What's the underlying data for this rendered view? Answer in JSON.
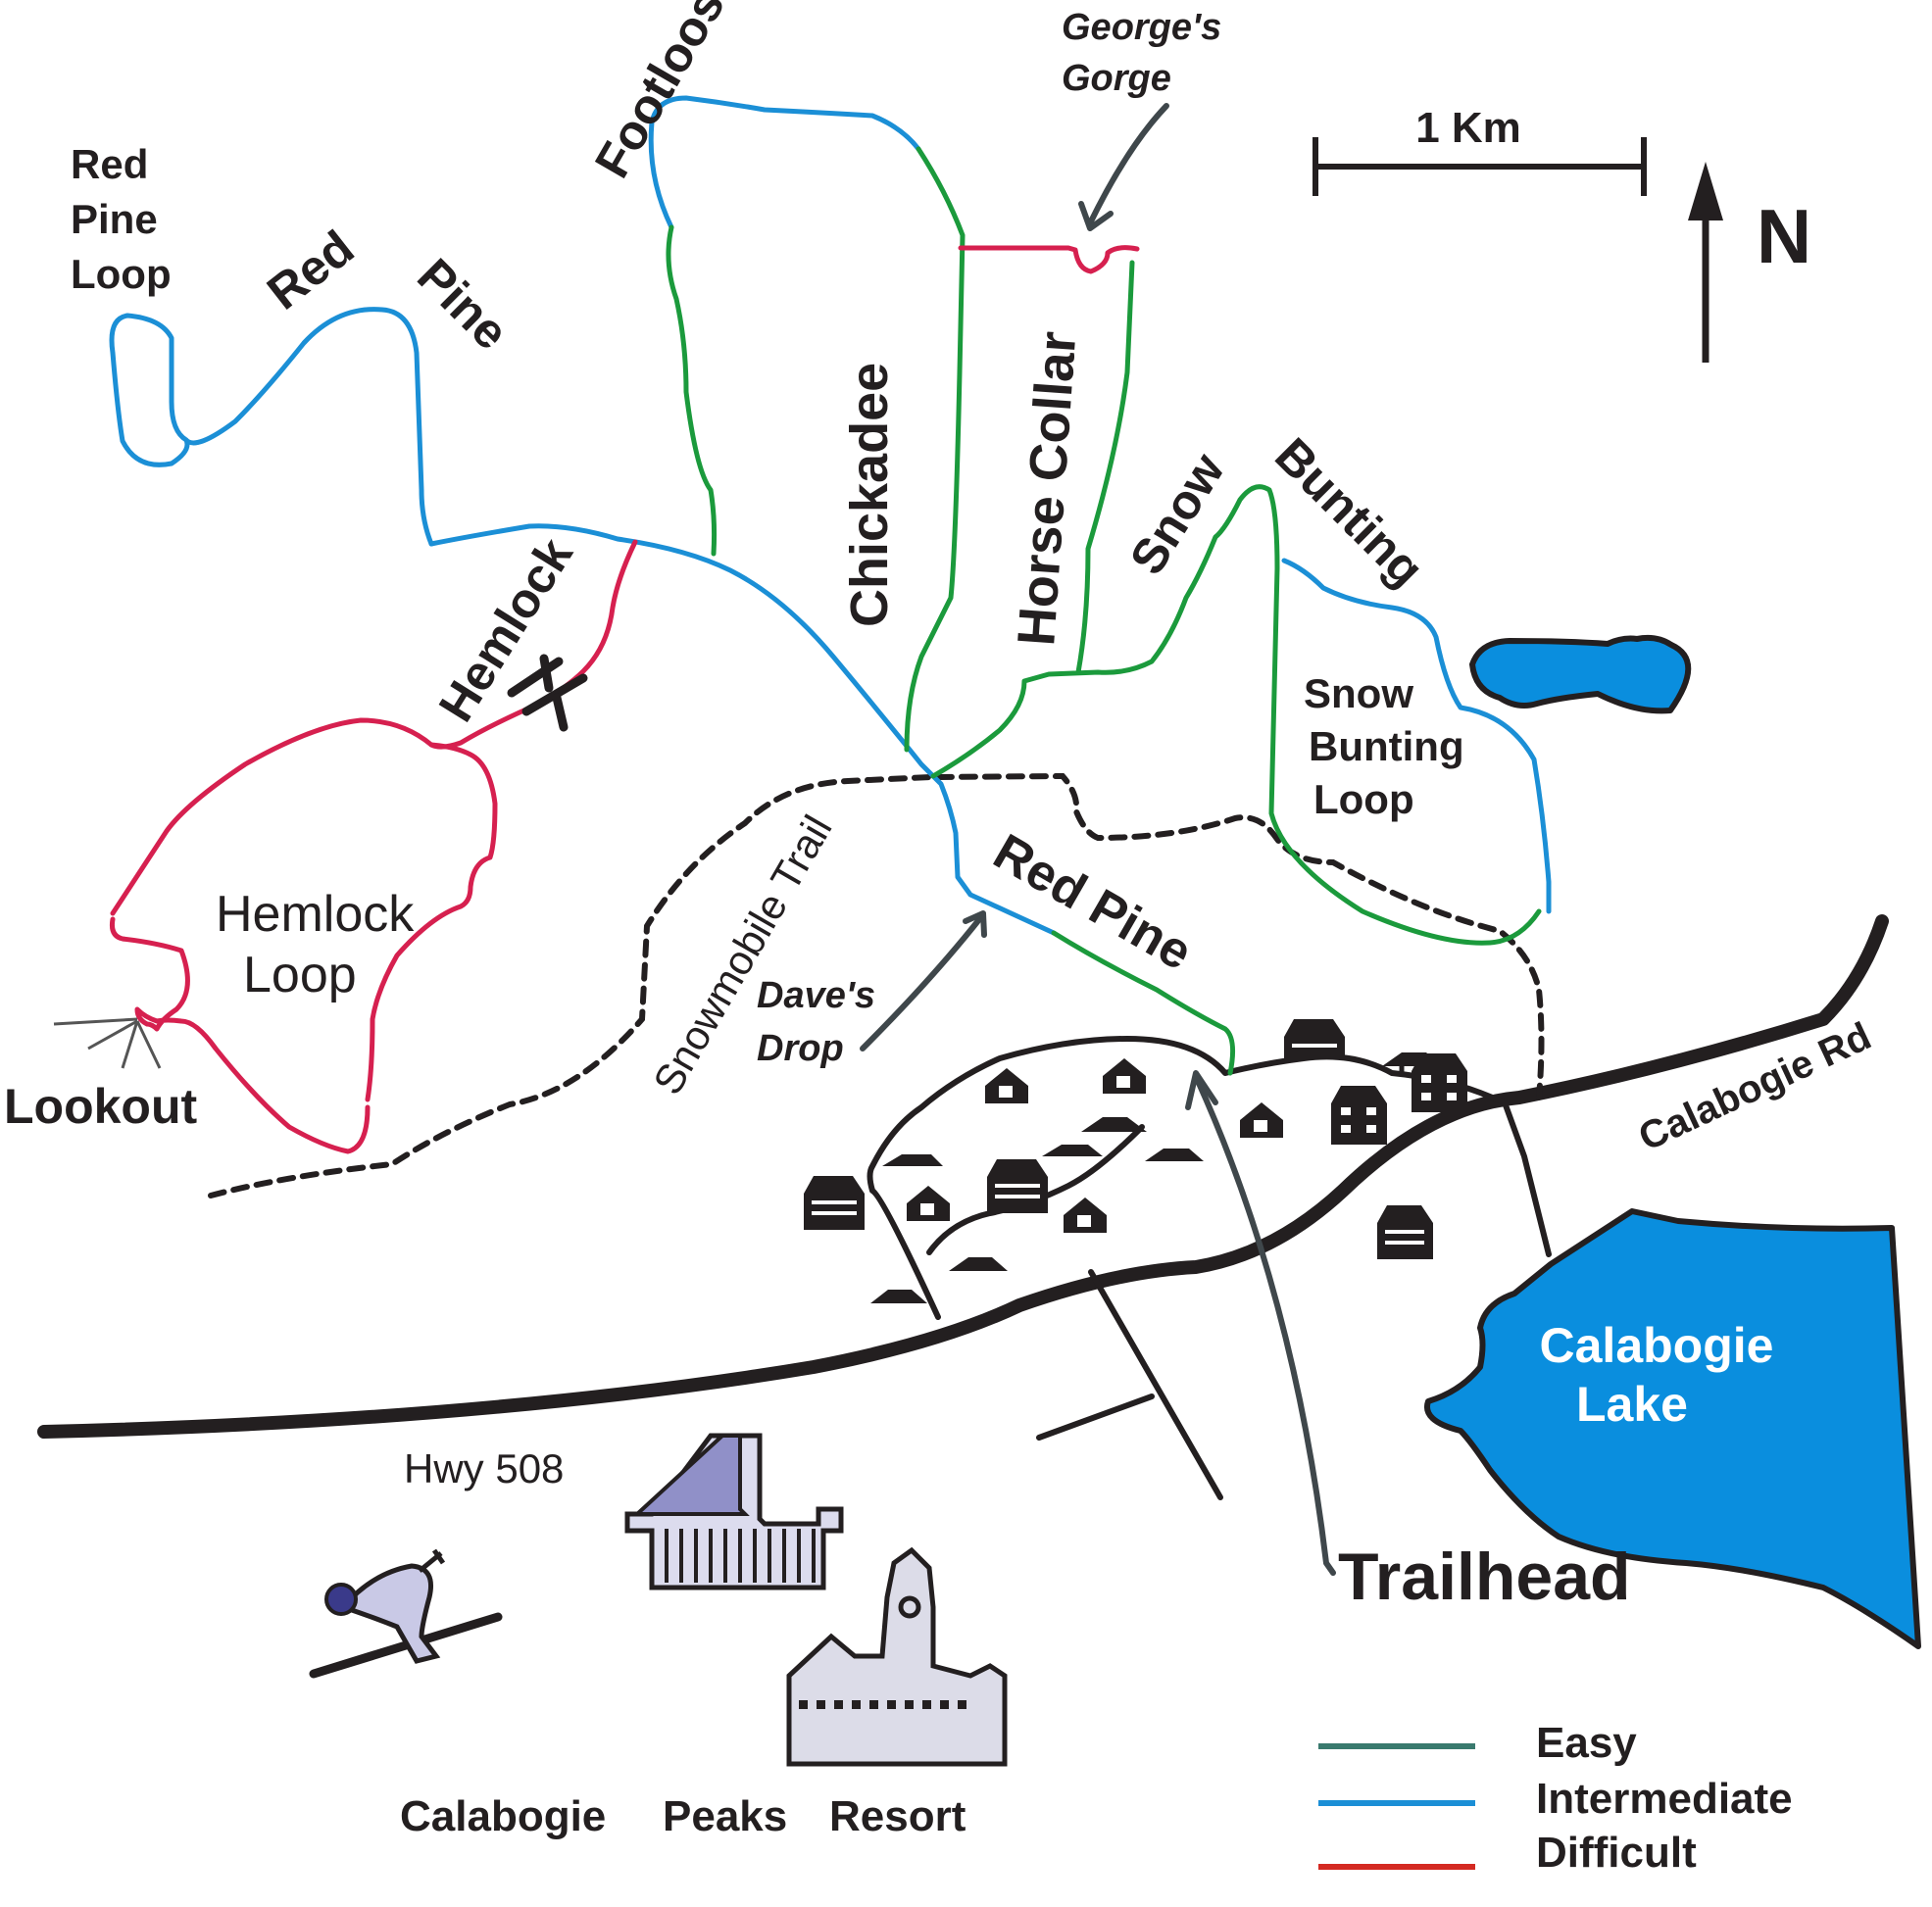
{
  "colors": {
    "easy": "#1a9a3c",
    "intermediate": "#1b8fd6",
    "difficult": "#d6204f",
    "legend_easy": "#3a7a6e",
    "legend_intermediate": "#1b8fd6",
    "legend_difficult": "#d42a22",
    "water": "#0a8ede",
    "ink": "#231f20"
  },
  "trails": {
    "red_pine_loop": "Red Pine Loop",
    "red_pine_north_1": "Red",
    "red_pine_north_2": "Pine",
    "footloose": "Footloose",
    "chickadee": "Chickadee",
    "horse_collar": "Horse Collar",
    "snow_bunting_1": "Snow",
    "snow_bunting_2": "Bunting",
    "snow_bunting_loop_1": "Snow",
    "snow_bunting_loop_2": "Bunting",
    "snow_bunting_loop_3": "Loop",
    "hemlock": "Hemlock",
    "hemlock_loop_1": "Hemlock",
    "hemlock_loop_2": "Loop",
    "red_pine_south": "Red Pine",
    "snowmobile": "Snowmobile Trail"
  },
  "features": {
    "georges_gorge_1": "George's",
    "georges_gorge_2": "Gorge",
    "daves_drop_1": "Dave's",
    "daves_drop_2": "Drop",
    "lookout": "Lookout",
    "trailhead": "Trailhead",
    "lake_1": "Calabogie",
    "lake_2": "Lake",
    "road_calabogie": "Calabogie Rd",
    "road_hwy": "Hwy 508",
    "resort_1": "Calabogie",
    "resort_2": "Peaks",
    "resort_3": "Resort"
  },
  "scale": {
    "label": "1 Km"
  },
  "north": {
    "label": "N"
  },
  "legend": [
    {
      "label": "Easy",
      "level": "easy"
    },
    {
      "label": "Intermediate",
      "level": "intermediate"
    },
    {
      "label": "Difficult",
      "level": "difficult"
    }
  ]
}
